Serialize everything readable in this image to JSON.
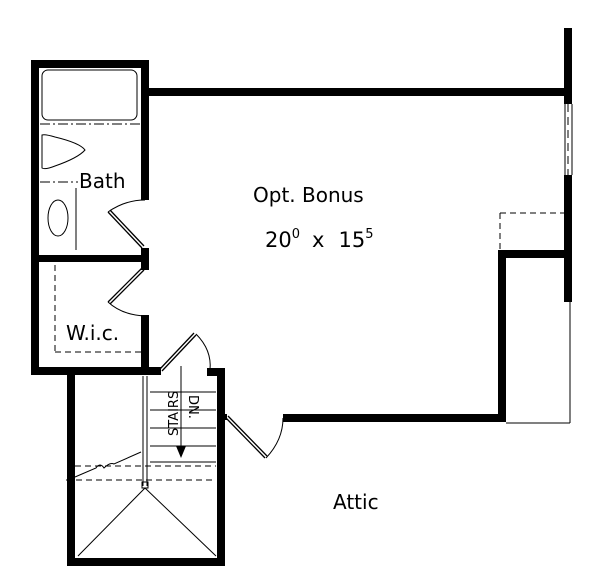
{
  "plan": {
    "rooms": {
      "bonus": {
        "name": "Opt. Bonus",
        "dim_w": "20",
        "dim_w_sup": "0",
        "dim_x": "x",
        "dim_h": "15",
        "dim_h_sup": "5"
      },
      "bath": {
        "name": "Bath"
      },
      "wic": {
        "name": "W.i.c."
      },
      "attic": {
        "name": "Attic"
      }
    },
    "stairs": {
      "label": "STAIRS",
      "direction": "DN."
    },
    "colors": {
      "wall": "#000000",
      "background": "#ffffff"
    }
  }
}
